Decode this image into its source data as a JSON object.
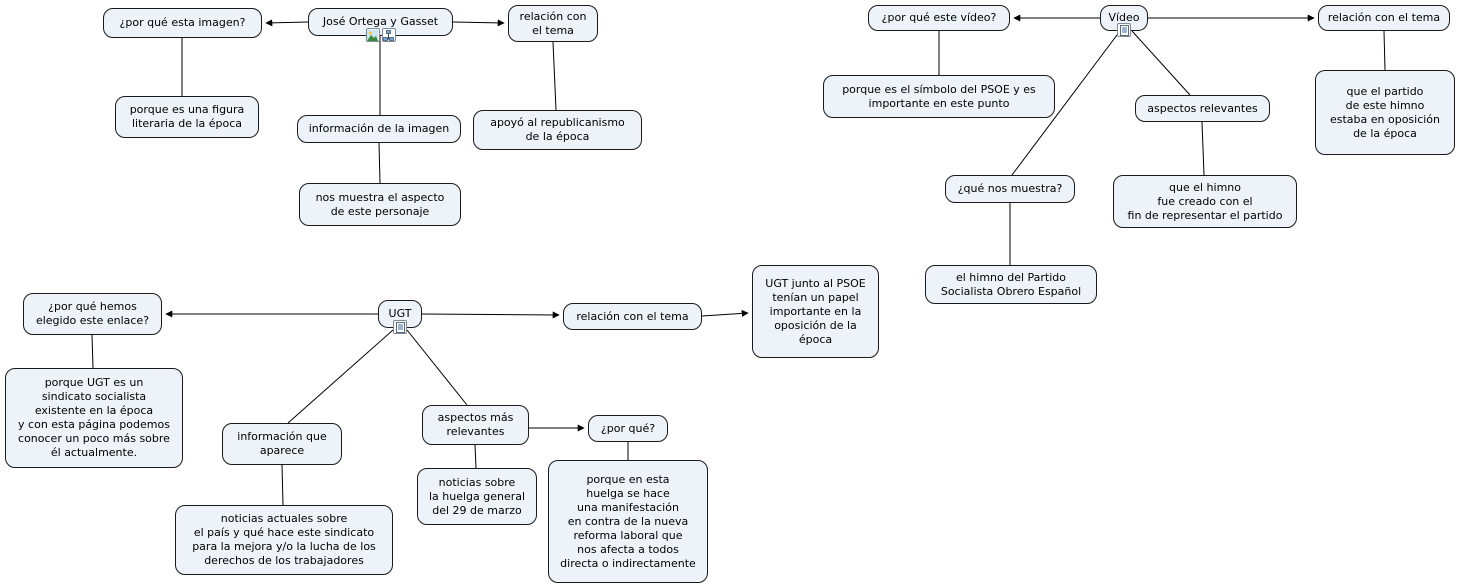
{
  "style": {
    "canvas_bg": "#ffffff",
    "node_fill": "#edf3f8",
    "node_border": "#1a1a1a",
    "line_color": "#000000"
  },
  "icons": {
    "ortega_image_icon": "image-resource-icon",
    "ortega_map_icon": "concept-map-resource-icon",
    "video_icon": "video-resource-icon",
    "ugt_icon": "webpage-resource-icon"
  },
  "ortega": {
    "root": "José Ortega y Gasset",
    "why_q": "¿por qué esta imagen?",
    "why_a": "porque es una figura\nliteraria de la época",
    "relation_q": "relación con\nel tema",
    "relation_a": "apoyó al republicanismo\nde la época",
    "info_q": "información de la imagen",
    "info_a": "nos muestra el aspecto\nde este personaje"
  },
  "video": {
    "root": "Vídeo",
    "why_q": "¿por qué este vídeo?",
    "why_a": "porque es el símbolo del PSOE y es\nimportante en este punto",
    "relation_q": "relación con el tema",
    "relation_a": "que el partido\nde este himno\nestaba en oposición\nde la época",
    "shows_q": "¿qué nos muestra?",
    "shows_a": "el himno del Partido\nSocialista Obrero Español",
    "aspects_q": "aspectos relevantes",
    "aspects_a": "que el himno\nfue creado con el\nfin de representar el partido"
  },
  "ugt": {
    "root": "UGT",
    "why_q": "¿por qué hemos\nelegido este enlace?",
    "why_a": "porque UGT es un\nsindicato socialista\nexistente en la época\ny con esta página podemos\nconocer un poco más sobre\nél actualmente.",
    "relation_q": "relación con el tema",
    "relation_a": "UGT junto al PSOE\ntenían un papel\nimportante en la\noposición de la\népoca",
    "info_q": "información que\naparece",
    "info_a": "noticias actuales sobre\nel país y qué hace este sindicato\npara la mejora y/o la lucha de los\nderechos de los trabajadores",
    "aspects_q": "aspectos más\nrelevantes",
    "aspects_a": "noticias sobre\nla huelga general\ndel 29 de marzo",
    "why2_q": "¿por qué?",
    "why2_a": "porque en esta\nhuelga se hace\nuna manifestación\nen contra de la nueva\nreforma laboral que\nnos afecta a todos\ndirecta o indirectamente"
  }
}
